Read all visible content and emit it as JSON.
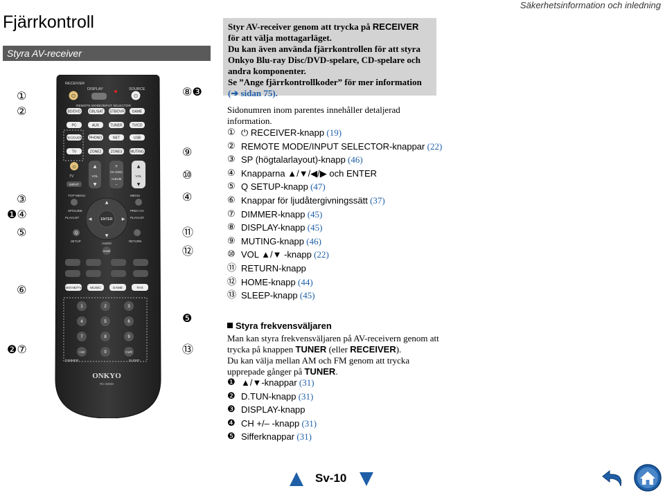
{
  "header": {
    "section": "Säkerhetsinformation och inledning",
    "title": "Fjärrkontroll",
    "subtitle": "Styra AV-receiver"
  },
  "remote": {
    "brand": "ONKYO",
    "model": "RC-836M",
    "labels": {
      "receiver": "RECEIVER",
      "display": "DISPLAY",
      "source": "SOURCE",
      "remote_mode": "REMOTE MODE/INPUT SELECTOR",
      "bd_dvd": "BD/DVD",
      "cbl_sat": "CBL/SAT",
      "stb_dvr": "STB/DVR",
      "game": "GAME",
      "pc": "PC",
      "aux": "AUX",
      "tuner": "TUNER",
      "tv_cd": "TV/CD",
      "receiver_btn": "RECEIVER",
      "phono": "PHONO",
      "net": "NET",
      "usb": "USB",
      "tv": "TV",
      "zone2": "ZONE2",
      "zone3": "ZONE3",
      "muting": "MUTING",
      "vol": "VOL",
      "ch_disc": "CH DISC",
      "album": "ALBUM",
      "vol_minus": "VOL",
      "input": "INPUT",
      "top_menu": "TOP MENU",
      "menu": "MENU",
      "sp_guide": "SP/GUIDE",
      "prev_ch": "PREV CH",
      "playlist_l": "PLAYLIST",
      "playlist_r": "PLAYLIST",
      "enter": "ENTER",
      "q": "Q",
      "setup": "SETUP",
      "audio": "AUDIO",
      "home": "HOME",
      "return": "RETURN",
      "movie_tv": "MOVIE/TV",
      "music": "MUSIC",
      "game_mode": "GAME",
      "thx": "THX",
      "digits": [
        "1",
        "2",
        "3",
        "4",
        "5",
        "6",
        "7",
        "8",
        "9",
        "+10",
        "0",
        "CLR"
      ],
      "sleep": "SLEEP",
      "dimmer": "DIMMER"
    }
  },
  "callouts": {
    "left": [
      "①",
      "②",
      "③",
      "❶④",
      "⑤",
      "⑥",
      "❷⑦"
    ],
    "right": [
      "⑧❸",
      "⑨",
      "⑩",
      "④",
      "⑪",
      "⑫",
      "❺",
      "⑬"
    ]
  },
  "note": {
    "line1a": "Styr AV-receiver genom att trycka på ",
    "line1b": "RECEIVER",
    "line1c": " för att välja mottagarläget.",
    "line2": "Du kan även använda fjärrkontrollen för att styra Onkyo Blu-ray Disc/DVD-spelare, CD-spelare och andra komponenter.",
    "line3": "Se ”Ange fjärrkontrollkoder” för mer information",
    "link": "(➔ sidan 75)."
  },
  "intro": "Sidonumren inom parentes innehåller detaljerad information.",
  "items": [
    {
      "num": "①",
      "text": "⏻ RECEIVER-knapp",
      "page": "(19)"
    },
    {
      "num": "②",
      "text": "REMOTE MODE/INPUT SELECTOR-knappar",
      "page": "(22)"
    },
    {
      "num": "③",
      "text": "SP (högtalarlayout)-knapp",
      "page": "(46)"
    },
    {
      "num": "④",
      "text": "Knapparna ▲/▼/◀/▶ och ENTER",
      "page": ""
    },
    {
      "num": "⑤",
      "text": "Q SETUP-knapp",
      "page": "(47)"
    },
    {
      "num": "⑥",
      "text": "Knappar för ljudåtergivningssätt",
      "page": "(37)"
    },
    {
      "num": "⑦",
      "text": "DIMMER-knapp",
      "page": "(45)"
    },
    {
      "num": "⑧",
      "text": "DISPLAY-knapp",
      "page": "(45)"
    },
    {
      "num": "⑨",
      "text": "MUTING-knapp",
      "page": "(46)"
    },
    {
      "num": "⑩",
      "text": "VOL ▲/▼ -knapp",
      "page": "(22)"
    },
    {
      "num": "⑪",
      "text": "RETURN-knapp",
      "page": ""
    },
    {
      "num": "⑫",
      "text": "HOME-knapp",
      "page": "(44)"
    },
    {
      "num": "⑬",
      "text": "SLEEP-knapp",
      "page": "(45)"
    }
  ],
  "tuner": {
    "title": "Styra frekvensväljaren",
    "body1a": "Man kan styra frekvensväljaren på AV-receivern genom att trycka på knappen ",
    "body1b": "TUNER",
    "body1c": " (eller ",
    "body1d": "RECEIVER",
    "body1e": ").",
    "body2a": "Du kan välja mellan AM och FM genom att trycka upprepade gånger på ",
    "body2b": "TUNER",
    "body2c": ".",
    "items": [
      {
        "num": "❶",
        "text": "▲/▼-knappar",
        "page": "(31)"
      },
      {
        "num": "❷",
        "text": "D.TUN-knapp",
        "page": "(31)"
      },
      {
        "num": "❸",
        "text": "DISPLAY-knapp",
        "page": ""
      },
      {
        "num": "❹",
        "text": "CH +/– -knapp",
        "page": "(31)"
      },
      {
        "num": "❺",
        "text": "Sifferknappar",
        "page": "(31)"
      }
    ]
  },
  "footer": {
    "page": "Sv-10"
  },
  "colors": {
    "link_blue": "#1f5fa8",
    "note_bg": "#d3d3d3",
    "subtitle_bg": "#5a5a5a",
    "remote_body": "#2b2b2b"
  }
}
